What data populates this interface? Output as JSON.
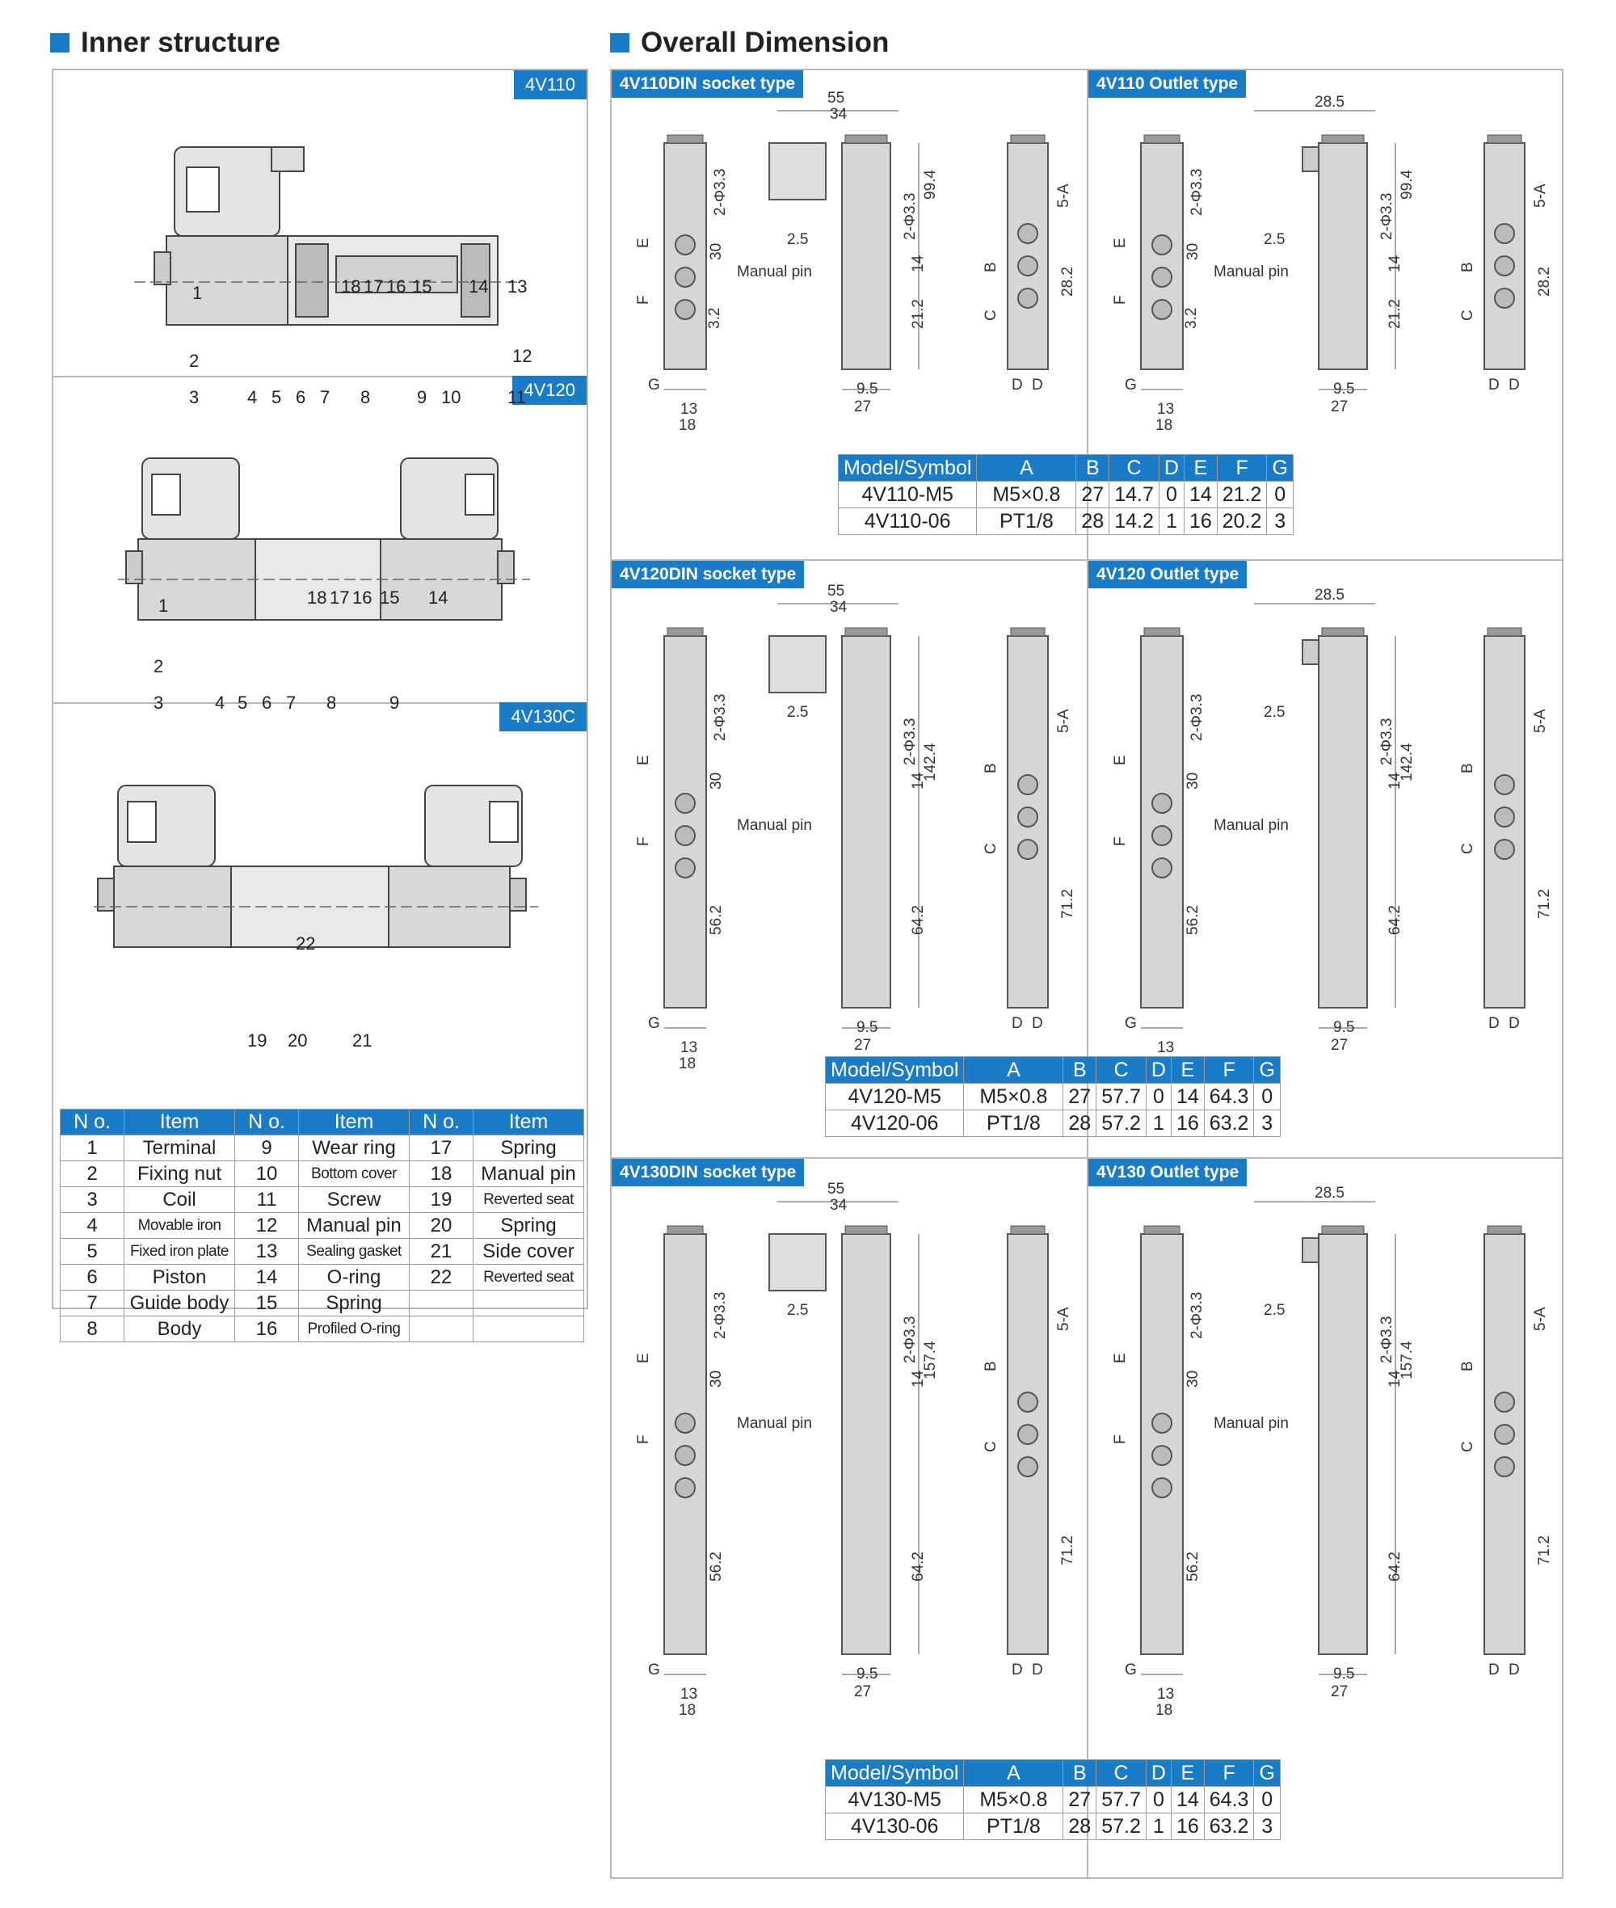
{
  "headings": {
    "inner": "Inner structure",
    "overall": "Overall Dimension"
  },
  "inner_tags": [
    "4V110",
    "4V120",
    "4V130C"
  ],
  "inner_callouts": {
    "v110": [
      "1",
      "2",
      "3",
      "4",
      "5",
      "6",
      "7",
      "8",
      "9",
      "10",
      "11",
      "12",
      "13",
      "14",
      "15",
      "16",
      "17",
      "18"
    ],
    "v120": [
      "1",
      "2",
      "3",
      "4",
      "5",
      "6",
      "7",
      "8",
      "9",
      "14",
      "15",
      "16",
      "17",
      "18"
    ],
    "v130": [
      "19",
      "20",
      "21",
      "22"
    ]
  },
  "items_table": {
    "headers": [
      "N o.",
      "Item",
      "N o.",
      "Item",
      "N o.",
      "Item"
    ],
    "rows": [
      [
        "1",
        "Terminal",
        "9",
        "Wear ring",
        "17",
        "Spring"
      ],
      [
        "2",
        "Fixing nut",
        "10",
        "Bottom cover",
        "18",
        "Manual pin"
      ],
      [
        "3",
        "Coil",
        "11",
        "Screw",
        "19",
        "Reverted seat"
      ],
      [
        "4",
        "Movable iron",
        "12",
        "Manual pin",
        "20",
        "Spring"
      ],
      [
        "5",
        "Fixed iron plate",
        "13",
        "Sealing gasket",
        "21",
        "Side cover"
      ],
      [
        "6",
        "Piston",
        "14",
        "O-ring",
        "22",
        "Reverted seat"
      ],
      [
        "7",
        "Guide body",
        "15",
        "Spring",
        "",
        ""
      ],
      [
        "8",
        "Body",
        "16",
        "Profiled O-ring",
        "",
        ""
      ]
    ]
  },
  "dimension_tags": {
    "r1_left": "4V110DIN socket type",
    "r1_right": "4V110 Outlet type",
    "r2_left": "4V120DIN socket type",
    "r2_right": "4V120 Outlet type",
    "r3_left": "4V130DIN socket type",
    "r3_right": "4V130 Outlet type"
  },
  "dim_labels": {
    "d55": "55",
    "d34": "34",
    "d285": "28.5",
    "mount": "2-Φ3.3",
    "port": "5-A",
    "manual": "Manual pin",
    "d25": "2.5",
    "d13": "13",
    "d18": "18",
    "d27": "27",
    "d95": "9.5",
    "d30": "30",
    "d14": "14",
    "d994": "99.4",
    "d212": "21.2",
    "d282": "28.2",
    "d32": "3.2",
    "d1424": "142.4",
    "d1574": "157.4",
    "d562": "56.2",
    "d642": "64.2",
    "d712": "71.2",
    "E": "E",
    "F": "F",
    "G": "G",
    "B": "B",
    "C": "C",
    "D": "D"
  },
  "spec_headers": [
    "Model/Symbol",
    "A",
    "B",
    "C",
    "D",
    "E",
    "F",
    "G"
  ],
  "spec_tables": {
    "v110": [
      [
        "4V110-M5",
        "M5×0.8",
        "27",
        "14.7",
        "0",
        "14",
        "21.2",
        "0"
      ],
      [
        "4V110-06",
        "PT1/8",
        "28",
        "14.2",
        "1",
        "16",
        "20.2",
        "3"
      ]
    ],
    "v120": [
      [
        "4V120-M5",
        "M5×0.8",
        "27",
        "57.7",
        "0",
        "14",
        "64.3",
        "0"
      ],
      [
        "4V120-06",
        "PT1/8",
        "28",
        "57.2",
        "1",
        "16",
        "63.2",
        "3"
      ]
    ],
    "v130": [
      [
        "4V130-M5",
        "M5×0.8",
        "27",
        "57.7",
        "0",
        "14",
        "64.3",
        "0"
      ],
      [
        "4V130-06",
        "PT1/8",
        "28",
        "57.2",
        "1",
        "16",
        "63.2",
        "3"
      ]
    ]
  }
}
